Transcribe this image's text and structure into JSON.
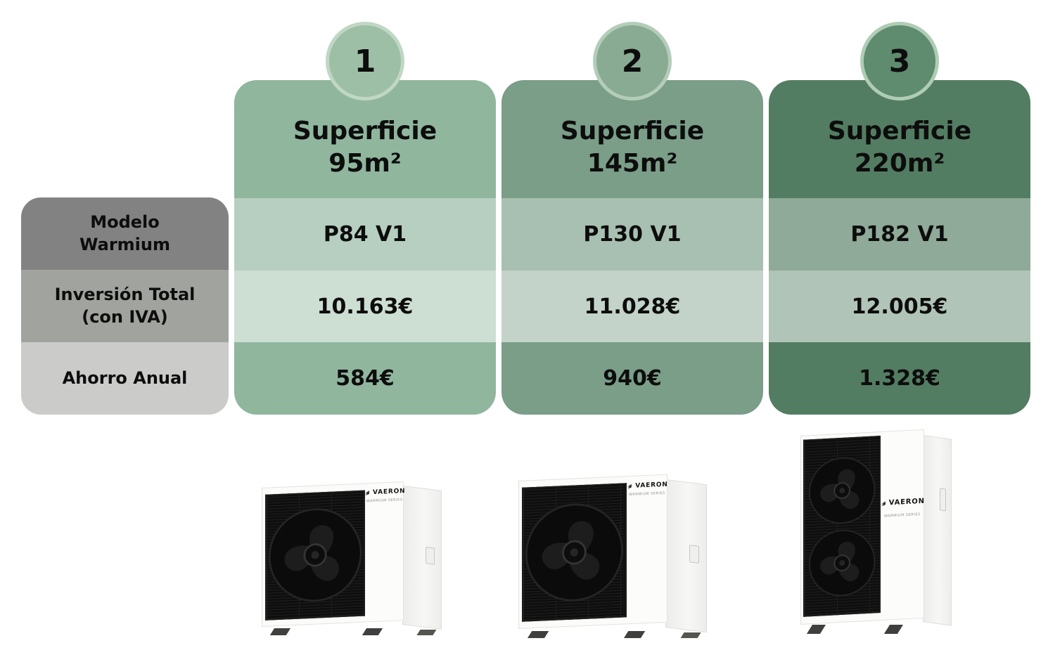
{
  "chart_data": {
    "type": "table",
    "columns": [
      "Superficie 95m²",
      "Superficie 145m²",
      "Superficie 220m²"
    ],
    "row_headers": [
      "Modelo Warmium",
      "Inversión Total (con IVA)",
      "Ahorro Anual"
    ],
    "rows": [
      [
        "P84 V1",
        "P130 V1",
        "P182 V1"
      ],
      [
        "10.163€",
        "11.028€",
        "12.005€"
      ],
      [
        "584€",
        "940€",
        "1.328€"
      ]
    ]
  },
  "row_labels": [
    {
      "text": "Modelo\nWarmium",
      "bg": "#828282"
    },
    {
      "text": "Inversión Total\n(con IVA)",
      "bg": "#A1A49E"
    },
    {
      "text": "Ahorro Anual",
      "bg": "#CBCBCA"
    }
  ],
  "columns": [
    {
      "number": "1",
      "header": "Superficie\n95m²",
      "model": "P84 V1",
      "investment": "10.163€",
      "savings": "584€",
      "colors": {
        "base": "#90B69E",
        "circle_fill": "#9DBFA6",
        "circle_ring": "#C0D7C3"
      }
    },
    {
      "number": "2",
      "header": "Superficie\n145m²",
      "model": "P130 V1",
      "investment": "11.028€",
      "savings": "940€",
      "colors": {
        "base": "#7A9E88",
        "circle_fill": "#89AB93",
        "circle_ring": "#B3CDB9"
      }
    },
    {
      "number": "3",
      "header": "Superficie\n220m²",
      "model": "P182 V1",
      "investment": "12.005€",
      "savings": "1.328€",
      "colors": {
        "base": "#537D62",
        "circle_fill": "#5F8B6F",
        "circle_ring": "#AFCDB5"
      }
    }
  ],
  "product": {
    "brand": "VAERON",
    "series": "WARMIUM SERIES"
  },
  "text_color": "#0d0d0d"
}
